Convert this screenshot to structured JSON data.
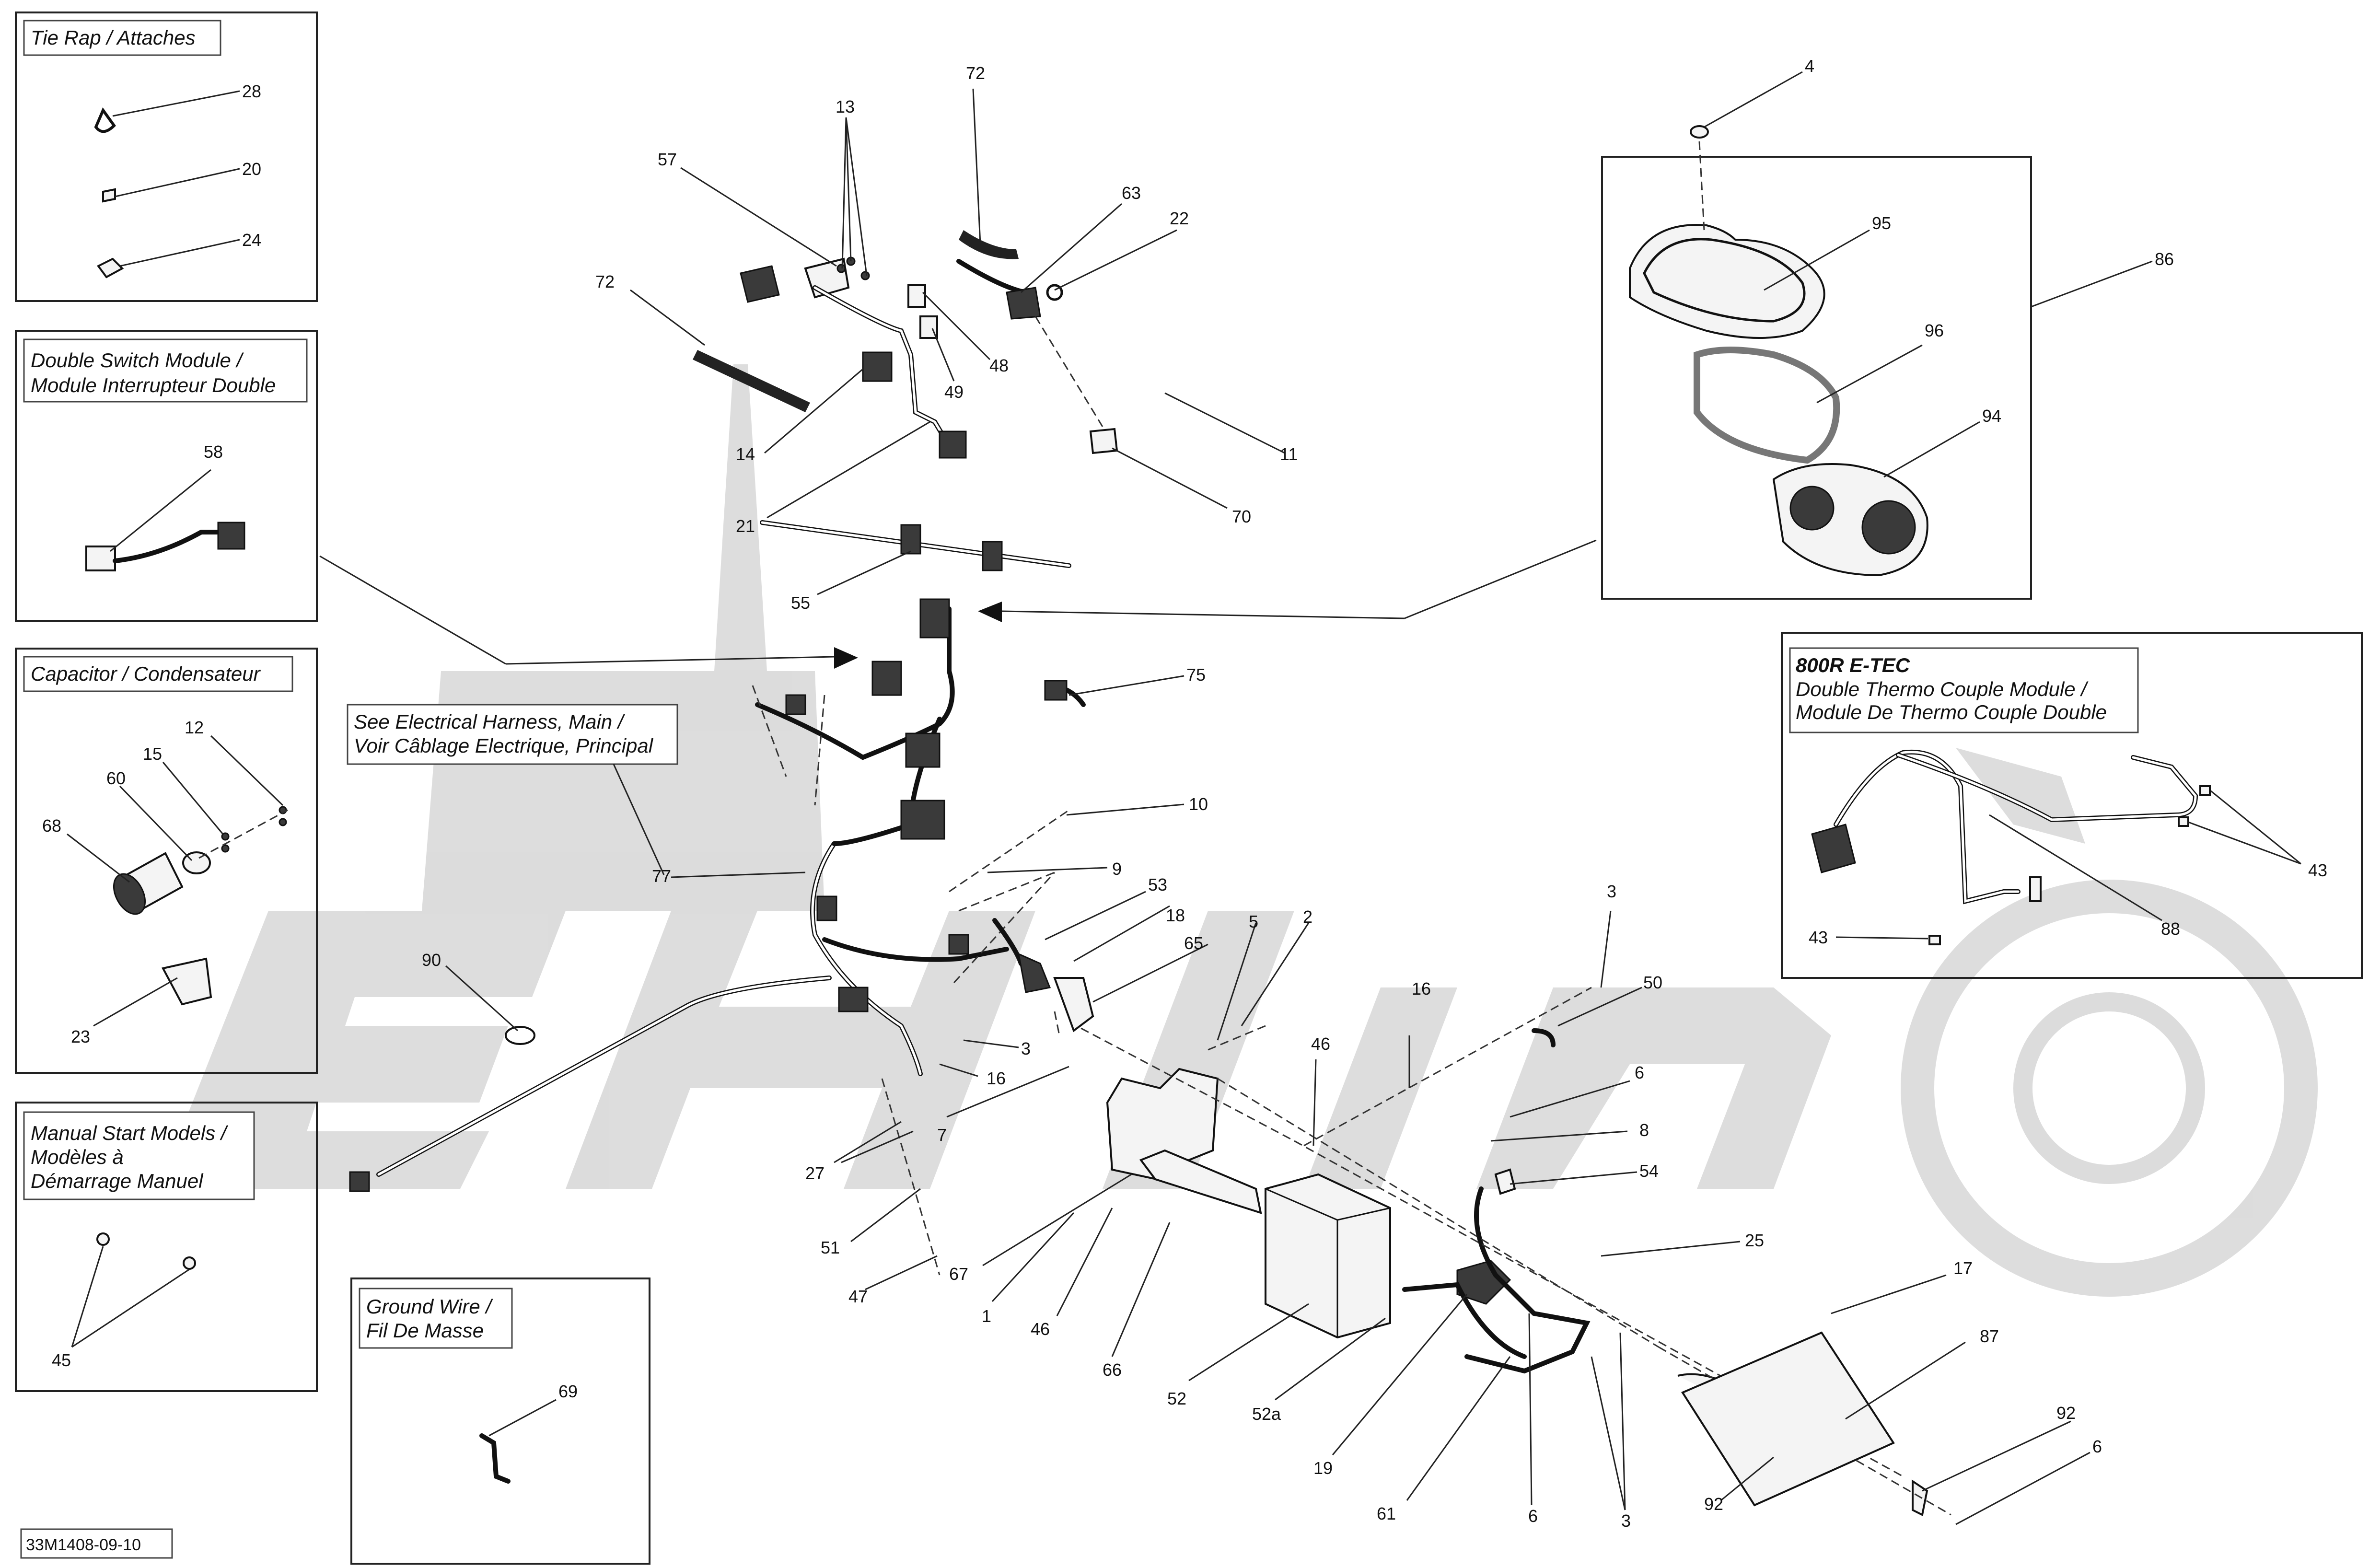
{
  "insets": {
    "tie_rap": {
      "title": "Tie Rap / Attaches",
      "callouts": [
        "28",
        "20",
        "24"
      ]
    },
    "double_switch": {
      "title_line1": "Double Switch Module /",
      "title_line2": "Module Interrupteur Double",
      "callouts": [
        "58"
      ]
    },
    "capacitor": {
      "title": "Capacitor / Condensateur",
      "callouts": [
        "12",
        "15",
        "60",
        "68",
        "23"
      ]
    },
    "manual_start": {
      "title_line1": "Manual Start Models /",
      "title_line2": "Modèles à",
      "title_line3": "Démarrage Manuel",
      "callouts": [
        "45"
      ]
    },
    "ground_wire": {
      "title_line1": "Ground Wire /",
      "title_line2": "Fil De Masse",
      "callouts": [
        "69"
      ]
    },
    "gauge": {
      "callouts": [
        "4",
        "95",
        "86",
        "96",
        "94"
      ]
    },
    "thermo": {
      "title_line1": "800R E-TEC",
      "title_line2": "Double Thermo Couple Module /",
      "title_line3": "Module De Thermo Couple Double",
      "callouts": [
        "43",
        "43",
        "88"
      ]
    }
  },
  "note": {
    "line1": "See Electrical Harness, Main /",
    "line2": "Voir Câblage Electrique, Principal"
  },
  "main_callouts": [
    "13",
    "72",
    "57",
    "63",
    "22",
    "72",
    "48",
    "49",
    "14",
    "21",
    "11",
    "70",
    "55",
    "75",
    "10",
    "9",
    "53",
    "18",
    "65",
    "5",
    "2",
    "3",
    "50",
    "16",
    "46",
    "6",
    "8",
    "54",
    "25",
    "17",
    "87",
    "92",
    "92",
    "6",
    "3",
    "6",
    "61",
    "19",
    "52a",
    "52",
    "66",
    "46",
    "1",
    "67",
    "47",
    "51",
    "27",
    "7",
    "16",
    "3",
    "77",
    "90"
  ],
  "drawing_code": "33M1408-09-10",
  "icons": [
    "tie-wrap-icon",
    "push-clip-icon",
    "cable-clip-icon",
    "switch-module-icon",
    "capacitor-icon",
    "harness-icon",
    "gauge-cluster-icon",
    "battery-icon",
    "solenoid-icon",
    "thermo-module-icon"
  ]
}
